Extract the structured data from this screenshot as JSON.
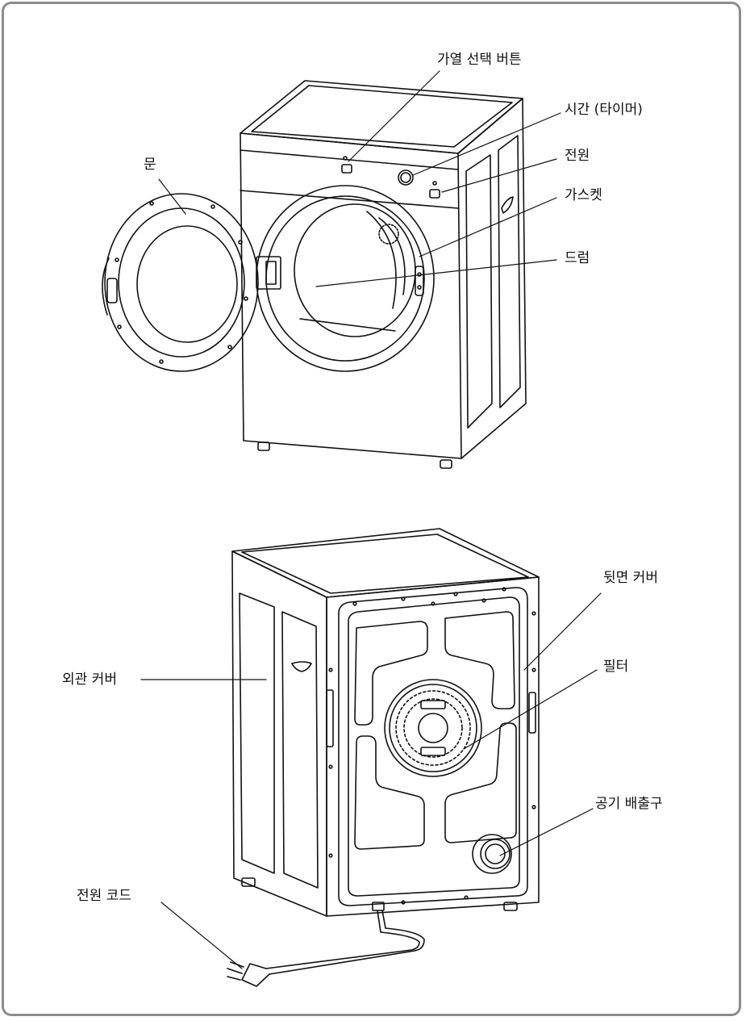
{
  "front_view": {
    "labels": {
      "heat_button": "가열 선택 버튼",
      "timer": "시간 (타이머)",
      "power": "전원",
      "door": "문",
      "gasket": "가스켓",
      "drum": "드럼"
    }
  },
  "rear_view": {
    "labels": {
      "back_cover": "뒷면 커버",
      "filter": "필터",
      "outer_cover": "외관 커버",
      "air_exhaust": "공기 배출구",
      "power_cord": "전원 코드"
    }
  },
  "colors": {
    "frame_border": "#8c8c8c",
    "line": "#111111"
  }
}
